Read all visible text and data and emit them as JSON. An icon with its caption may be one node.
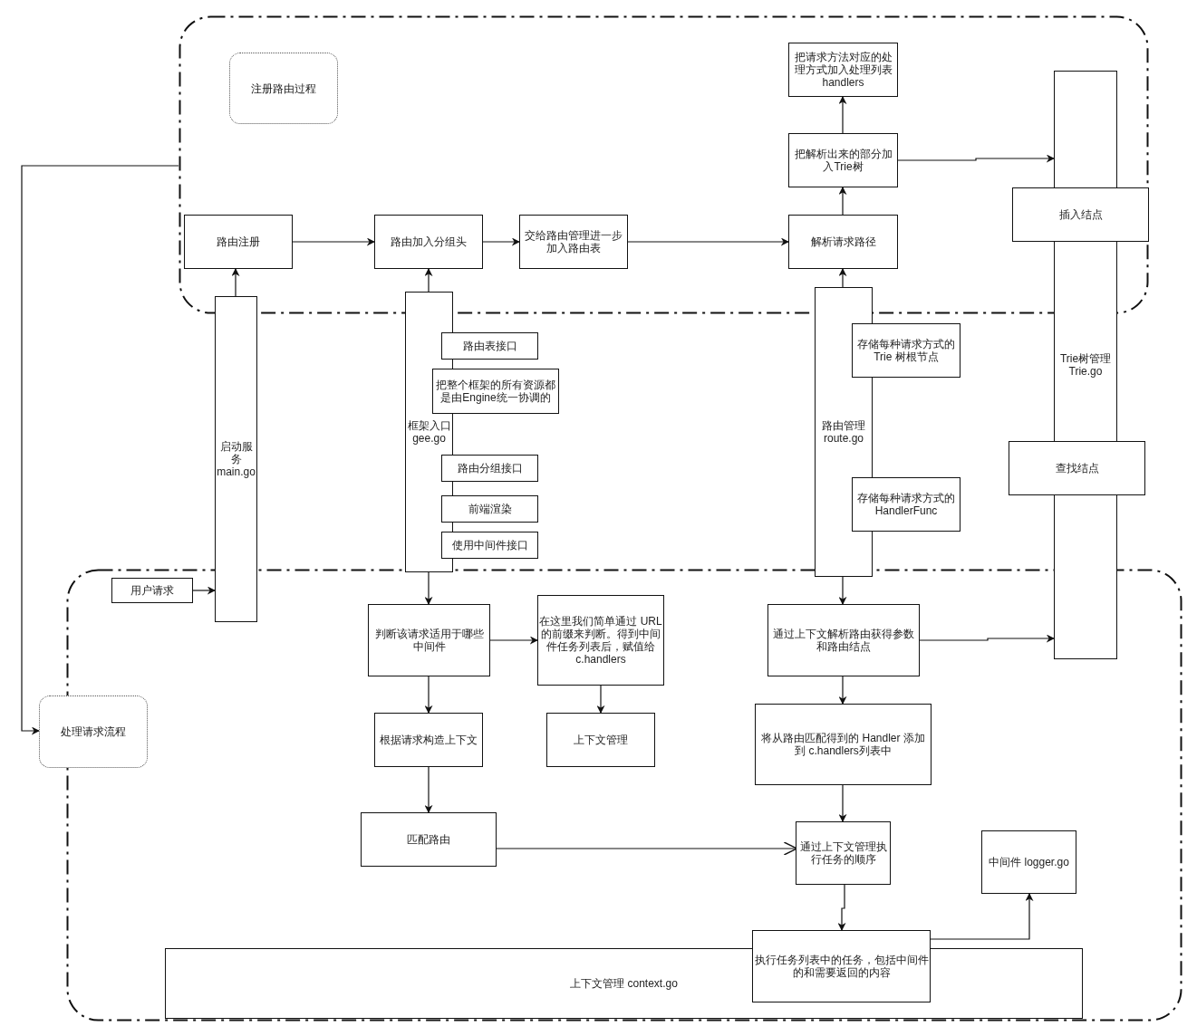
{
  "diagram": {
    "nodes": [
      {
        "text": [],
        "shape": "box"
      },
      {
        "text": [
          "注册路由过程"
        ],
        "in": 0
      },
      {
        "text": [
          "路由注册"
        ],
        "in": 0
      },
      {
        "text": [
          "路由加入分组头"
        ],
        "in": 0
      },
      {
        "text": [
          "交给路由管理进一步加入路由表"
        ],
        "in": 0
      },
      {
        "text": [
          "解析请求路径"
        ],
        "in": 0
      },
      {
        "text": [
          "把解析出来的部分加入Trie树"
        ],
        "in": 0
      },
      {
        "text": [
          "把请求方法对应的处理方式加入处理列表 handlers"
        ],
        "in": 0
      },
      {
        "text": [],
        "shape": "box"
      },
      {
        "text": [
          "处理请求流程"
        ]
      },
      {
        "text": [
          "启动服务 main.go"
        ]
      },
      {
        "text": [
          "用户请求"
        ],
        "in": 8
      },
      {
        "text": [
          "框架入口 gee.go"
        ]
      },
      {
        "text": [
          "路由表接口"
        ]
      },
      {
        "text": [
          "把整个框架的所有资源都是由Engine统一协调的"
        ]
      },
      {
        "text": [
          "路由分组接口"
        ]
      },
      {
        "text": [
          "前端渲染"
        ]
      },
      {
        "text": [
          "使用中间件接口"
        ]
      },
      {
        "text": [
          "路由管理 route.go"
        ]
      },
      {
        "text": [
          "存储每种请求方式的 Trie 树根节点"
        ]
      },
      {
        "text": [
          "存储每种请求方式的 HandlerFunc"
        ]
      },
      {
        "text": [
          "Trie树管理 Trie.go"
        ]
      },
      {
        "text": [
          "插入结点"
        ],
        "in": 0
      },
      {
        "text": [
          "查找结点"
        ]
      },
      {
        "text": [
          "判断该请求适用于哪些中间件"
        ],
        "in": 8
      },
      {
        "text": [
          "在这里我们简单通过 URL 的前缀来判断。得到中间件任务列表后，赋值给 c.handlers"
        ],
        "in": 8
      },
      {
        "text": [
          "根据请求构造上下文"
        ],
        "in": 8
      },
      {
        "text": [
          "上下文管理"
        ],
        "in": 8
      },
      {
        "text": [
          "匹配路由"
        ],
        "in": 8
      },
      {
        "text": [
          "通过上下文解析路由获得参数和路由结点"
        ],
        "in": 8
      },
      {
        "text": [
          "将从路由匹配得到的 Handler 添加到 c.handlers列表中"
        ],
        "in": 8
      },
      {
        "text": [
          "通过上下文管理执行任务的顺序"
        ],
        "in": 8
      },
      {
        "text": [
          "中间件 logger.go"
        ],
        "in": 8
      },
      {
        "text": [
          "上下文管理 context.go"
        ],
        "in": 8
      },
      {
        "text": [
          "执行任务列表中的任务，包括中间件的和需要返回的内容"
        ],
        "in": 8
      }
    ],
    "edges": [
      {
        "from": 2,
        "to": 3,
        "arrow": "to"
      },
      {
        "from": 3,
        "to": 4,
        "arrow": "to"
      },
      {
        "from": 4,
        "to": 5,
        "arrow": "to"
      },
      {
        "from": 5,
        "to": 6,
        "arrow": "to"
      },
      {
        "from": 6,
        "to": 7,
        "arrow": "to"
      },
      {
        "from": 6,
        "to": 21,
        "arrow": "to"
      },
      {
        "from": 10,
        "to": 2,
        "arrow": "to"
      },
      {
        "from": 12,
        "to": 3,
        "arrow": "to"
      },
      {
        "from": 18,
        "to": 5,
        "arrow": "to"
      },
      {
        "from": 0,
        "to": 9,
        "arrow": "to"
      },
      {
        "from": 11,
        "to": 10,
        "arrow": "to"
      },
      {
        "from": 12,
        "to": 24,
        "arrow": "to"
      },
      {
        "from": 24,
        "to": 25,
        "arrow": "to"
      },
      {
        "from": 24,
        "to": 26,
        "arrow": "to"
      },
      {
        "from": 25,
        "to": 27,
        "arrow": "to"
      },
      {
        "from": 26,
        "to": 28,
        "arrow": "to"
      },
      {
        "from": 18,
        "to": 29,
        "arrow": "to"
      },
      {
        "from": 29,
        "to": 21,
        "arrow": "to"
      },
      {
        "from": 29,
        "to": 30,
        "arrow": "to"
      },
      {
        "from": 30,
        "to": 31,
        "arrow": "to"
      },
      {
        "from": 31,
        "to": 34,
        "arrow": "to"
      },
      {
        "from": 34,
        "to": 32,
        "arrow": "to"
      },
      {
        "from": 28,
        "to": 31,
        "arrow": "to"
      }
    ]
  }
}
